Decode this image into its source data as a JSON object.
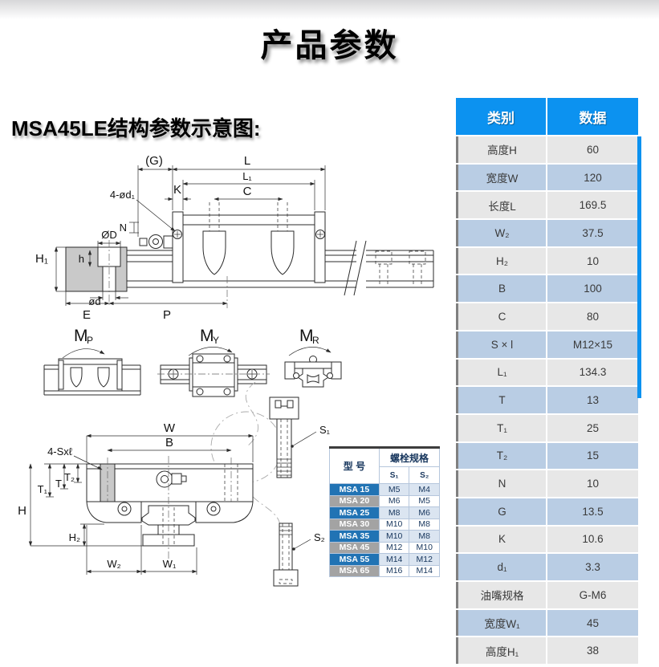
{
  "page": {
    "title": "产品参数",
    "heading": "MSA45LE结构参数示意图:"
  },
  "diagram": {
    "side": {
      "g": "(G)",
      "l": "L",
      "l1": "L₁",
      "c": "C",
      "k": "K",
      "holes": "4-ød₁",
      "n": "N",
      "od_big": "ØD",
      "h1": "H₁",
      "h": "h",
      "od_small": "ød",
      "e": "E",
      "p": "P"
    },
    "moments": {
      "mp_base": "M",
      "mp_sub": "P",
      "my_base": "M",
      "my_sub": "Y",
      "mr_base": "M",
      "mr_sub": "R"
    },
    "front": {
      "w": "W",
      "b": "B",
      "screws": "4-Sxℓ",
      "t1": "T₁",
      "t": "T",
      "t2": "T₂",
      "h": "H",
      "h2": "H₂",
      "w2": "W₂",
      "w1": "W₁",
      "s1": "S₁",
      "s2": "S₂"
    }
  },
  "bolt_table": {
    "col_model": "型 号",
    "col_spec": "螺栓规格",
    "col_s1": "S₁",
    "col_s2": "S₂",
    "rows": [
      {
        "model": "MSA 15",
        "s1": "M5",
        "s2": "M4"
      },
      {
        "model": "MSA 20",
        "s1": "M6",
        "s2": "M5"
      },
      {
        "model": "MSA 25",
        "s1": "M8",
        "s2": "M6"
      },
      {
        "model": "MSA 30",
        "s1": "M10",
        "s2": "M8"
      },
      {
        "model": "MSA 35",
        "s1": "M10",
        "s2": "M8"
      },
      {
        "model": "MSA 45",
        "s1": "M12",
        "s2": "M10"
      },
      {
        "model": "MSA 55",
        "s1": "M14",
        "s2": "M12"
      },
      {
        "model": "MSA 65",
        "s1": "M16",
        "s2": "M14"
      }
    ]
  },
  "param_table": {
    "col_category": "类别",
    "col_data": "数据",
    "rows": [
      {
        "label": "高度H",
        "value": "60"
      },
      {
        "label": "宽度W",
        "value": "120"
      },
      {
        "label": "长度L",
        "value": "169.5"
      },
      {
        "label": "W₂",
        "value": "37.5"
      },
      {
        "label": "H₂",
        "value": "10"
      },
      {
        "label": "B",
        "value": "100"
      },
      {
        "label": "C",
        "value": "80"
      },
      {
        "label": "S × l",
        "value": "M12×15"
      },
      {
        "label": "L₁",
        "value": "134.3"
      },
      {
        "label": "T",
        "value": "13"
      },
      {
        "label": "T₁",
        "value": "25"
      },
      {
        "label": "T₂",
        "value": "15"
      },
      {
        "label": "N",
        "value": "10"
      },
      {
        "label": "G",
        "value": "13.5"
      },
      {
        "label": "K",
        "value": "10.6"
      },
      {
        "label": "d₁",
        "value": "3.3"
      },
      {
        "label": "油嘴规格",
        "value": "G-M6"
      },
      {
        "label": "宽度W₁",
        "value": "45"
      },
      {
        "label": "高度H₁",
        "value": "38"
      }
    ]
  },
  "colors": {
    "header_blue": "#0c92f0",
    "row_blue": "#b9cde4",
    "row_gray": "#e7e7e7",
    "model_blue": "#2173b4",
    "model_gray": "#a3a3a3"
  }
}
